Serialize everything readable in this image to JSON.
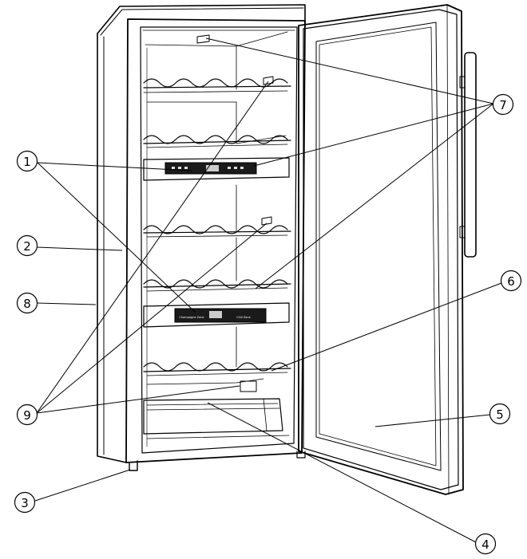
{
  "callouts": [
    {
      "id": "1",
      "label": "1"
    },
    {
      "id": "2",
      "label": "2"
    },
    {
      "id": "3",
      "label": "3"
    },
    {
      "id": "4",
      "label": "4"
    },
    {
      "id": "5",
      "label": "5"
    },
    {
      "id": "6",
      "label": "6"
    },
    {
      "id": "7",
      "label": "7"
    },
    {
      "id": "8",
      "label": "8"
    },
    {
      "id": "9",
      "label": "9"
    }
  ],
  "panels": {
    "upper": {
      "left_caption": "",
      "right_caption": ""
    },
    "lower": {
      "left_caption": "Champagne Zone",
      "right_caption": "Chill Zone"
    }
  },
  "colors": {
    "line": "#000000",
    "panel": "#1a1a1a",
    "background": "#ffffff"
  }
}
